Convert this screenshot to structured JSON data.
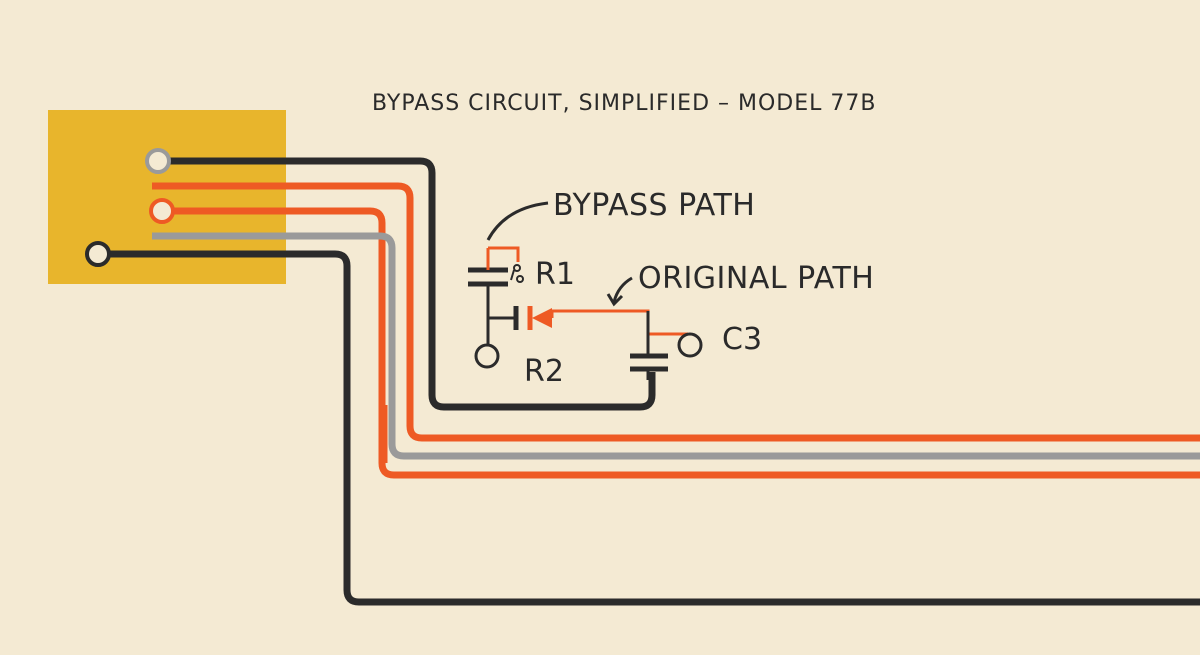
{
  "diagram": {
    "title": "BYPASS CIRCUIT, SIMPLIFIED – MODEL 77B",
    "labels": {
      "bypass_path": "BYPASS PATH",
      "original_path": "ORIGINAL PATH"
    },
    "components": {
      "r1": "R1",
      "r2": "R2",
      "c3": "C3"
    }
  },
  "colors": {
    "background": "#f4ead3",
    "block": "#e8b52c",
    "wire_dark": "#2b2b2b",
    "wire_orange": "#ee5a24",
    "wire_gray": "#9a9a9a",
    "terminal_fill": "#f4ead3"
  }
}
